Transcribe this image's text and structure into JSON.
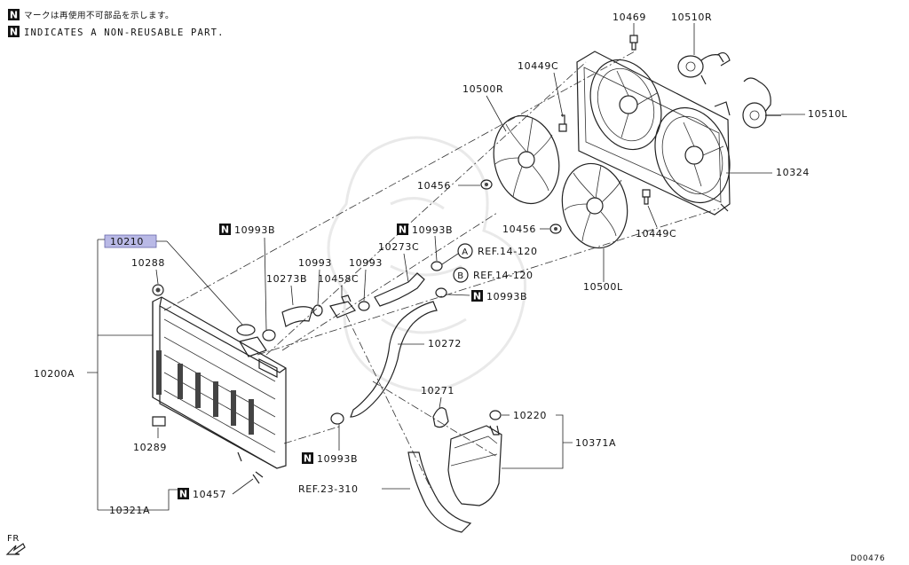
{
  "legend": {
    "badge": "N",
    "line_jp": "マークは再使用不可部品を示します。",
    "line_en": "INDICATES A NON-REUSABLE PART."
  },
  "labels": {
    "p10469": "10469",
    "p10510R": "10510R",
    "p10449C_top": "10449C",
    "p10500R": "10500R",
    "p10510L": "10510L",
    "p10324": "10324",
    "p10456_a": "10456",
    "p10456_b": "10456",
    "p10449C_bot": "10449C",
    "p10500L": "10500L",
    "p10993B_top": "10993B",
    "p10993B_mid": "10993B",
    "p10210": "10210",
    "p10288": "10288",
    "p10273B": "10273B",
    "p10993_a": "10993",
    "p10458C": "10458C",
    "p10993_b": "10993",
    "p10273C": "10273C",
    "refA": "REF.14-120",
    "refB": "REF.14-120",
    "circleA": "A",
    "circleB": "B",
    "p10993B_right": "10993B",
    "p10272": "10272",
    "p10200A": "10200A",
    "p10271": "10271",
    "p10220": "10220",
    "p10371A": "10371A",
    "p10289": "10289",
    "p10993B_bottom": "10993B",
    "p10457": "10457",
    "ref23": "REF.23-310",
    "p10321A": "10321A",
    "fr": "FR",
    "code": "D00476"
  },
  "badge": "N",
  "highlight_color": "#b9b9e6"
}
